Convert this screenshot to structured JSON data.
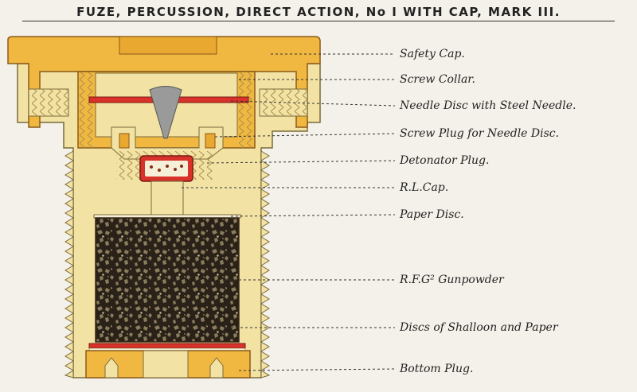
{
  "title": "FUZE, PERCUSSION, DIRECT ACTION, No I WITH CAP, MARK III.",
  "colors": {
    "brass": "#f2e3a4",
    "cap_orange": "#f0b840",
    "red_disc": "#d8322a",
    "needle_grey": "#9a9a9a",
    "gunpowder_dark": "#2a2218",
    "background": "#f4f1ea"
  },
  "labels": [
    {
      "id": "safety-cap",
      "text": "Safety Cap."
    },
    {
      "id": "screw-collar",
      "text": "Screw Collar."
    },
    {
      "id": "needle-disc",
      "text": "Needle Disc with Steel Needle."
    },
    {
      "id": "screw-plug",
      "text": "Screw Plug for Needle Disc."
    },
    {
      "id": "detonator-plug",
      "text": "Detonator Plug."
    },
    {
      "id": "rl-cap",
      "text": "R.L.Cap."
    },
    {
      "id": "paper-disc",
      "text": "Paper Disc."
    },
    {
      "id": "gunpowder",
      "text": "R.F.G² Gunpowder"
    },
    {
      "id": "discs-shalloon",
      "text": "Discs of Shalloon and Paper"
    },
    {
      "id": "bottom-plug",
      "text": "Bottom Plug."
    }
  ]
}
